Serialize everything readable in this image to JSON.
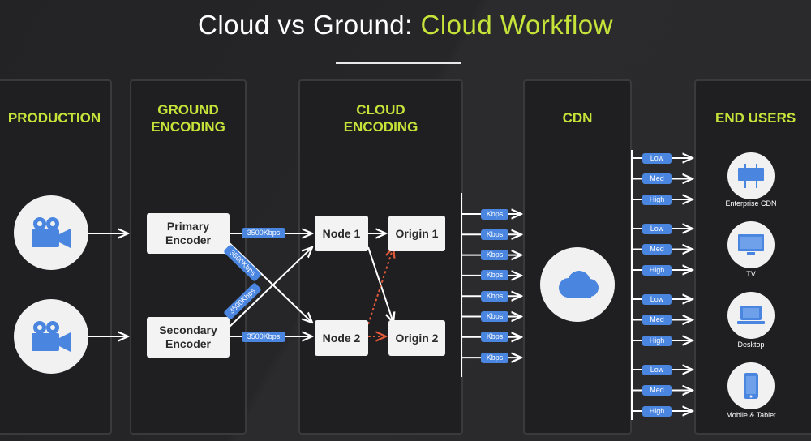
{
  "title": {
    "prefix": "Cloud vs Ground:",
    "highlight": "Cloud Workflow"
  },
  "columns": {
    "production": {
      "label": "PRODUCTION"
    },
    "ground": {
      "label_line1": "GROUND",
      "label_line2": "ENCODING"
    },
    "cloud": {
      "label_line1": "CLOUD",
      "label_line2": "ENCODING"
    },
    "cdn": {
      "label": "CDN"
    },
    "endusers": {
      "label": "END USERS"
    }
  },
  "encoders": {
    "primary": {
      "line1": "Primary",
      "line2": "Encoder"
    },
    "secondary": {
      "line1": "Secondary",
      "line2": "Encoder"
    }
  },
  "nodes": {
    "node1": "Node 1",
    "node2": "Node 2"
  },
  "origins": {
    "origin1": "Origin 1",
    "origin2": "Origin 2"
  },
  "bitrates": {
    "primary_to_node1": "3500Kbps",
    "primary_to_node2": "3500Kbps",
    "secondary_to_node1": "3500Kbps",
    "secondary_to_node2": "3500Kbps"
  },
  "kbps_labels": [
    "Kbps",
    "Kbps",
    "Kbps",
    "Kbps",
    "Kbps",
    "Kbps",
    "Kbps",
    "Kbps"
  ],
  "rendition_groups": [
    {
      "device": "Enterprise CDN",
      "renditions": [
        "Low",
        "Med",
        "High"
      ]
    },
    {
      "device": "TV",
      "renditions": [
        "Low",
        "Med",
        "High"
      ]
    },
    {
      "device": "Desktop",
      "renditions": [
        "Low",
        "Med",
        "High"
      ]
    },
    {
      "device": "Mobile & Tablet",
      "renditions": [
        "Low",
        "Med",
        "High"
      ]
    }
  ],
  "colors": {
    "accent": "#c6e33a",
    "pill": "#4a85e0",
    "icon": "#4a85e0",
    "failover": "#e05a3a"
  },
  "icons": [
    "video-camera-icon",
    "cloud-icon",
    "billboard-icon",
    "tv-icon",
    "laptop-icon",
    "smartphone-icon"
  ]
}
